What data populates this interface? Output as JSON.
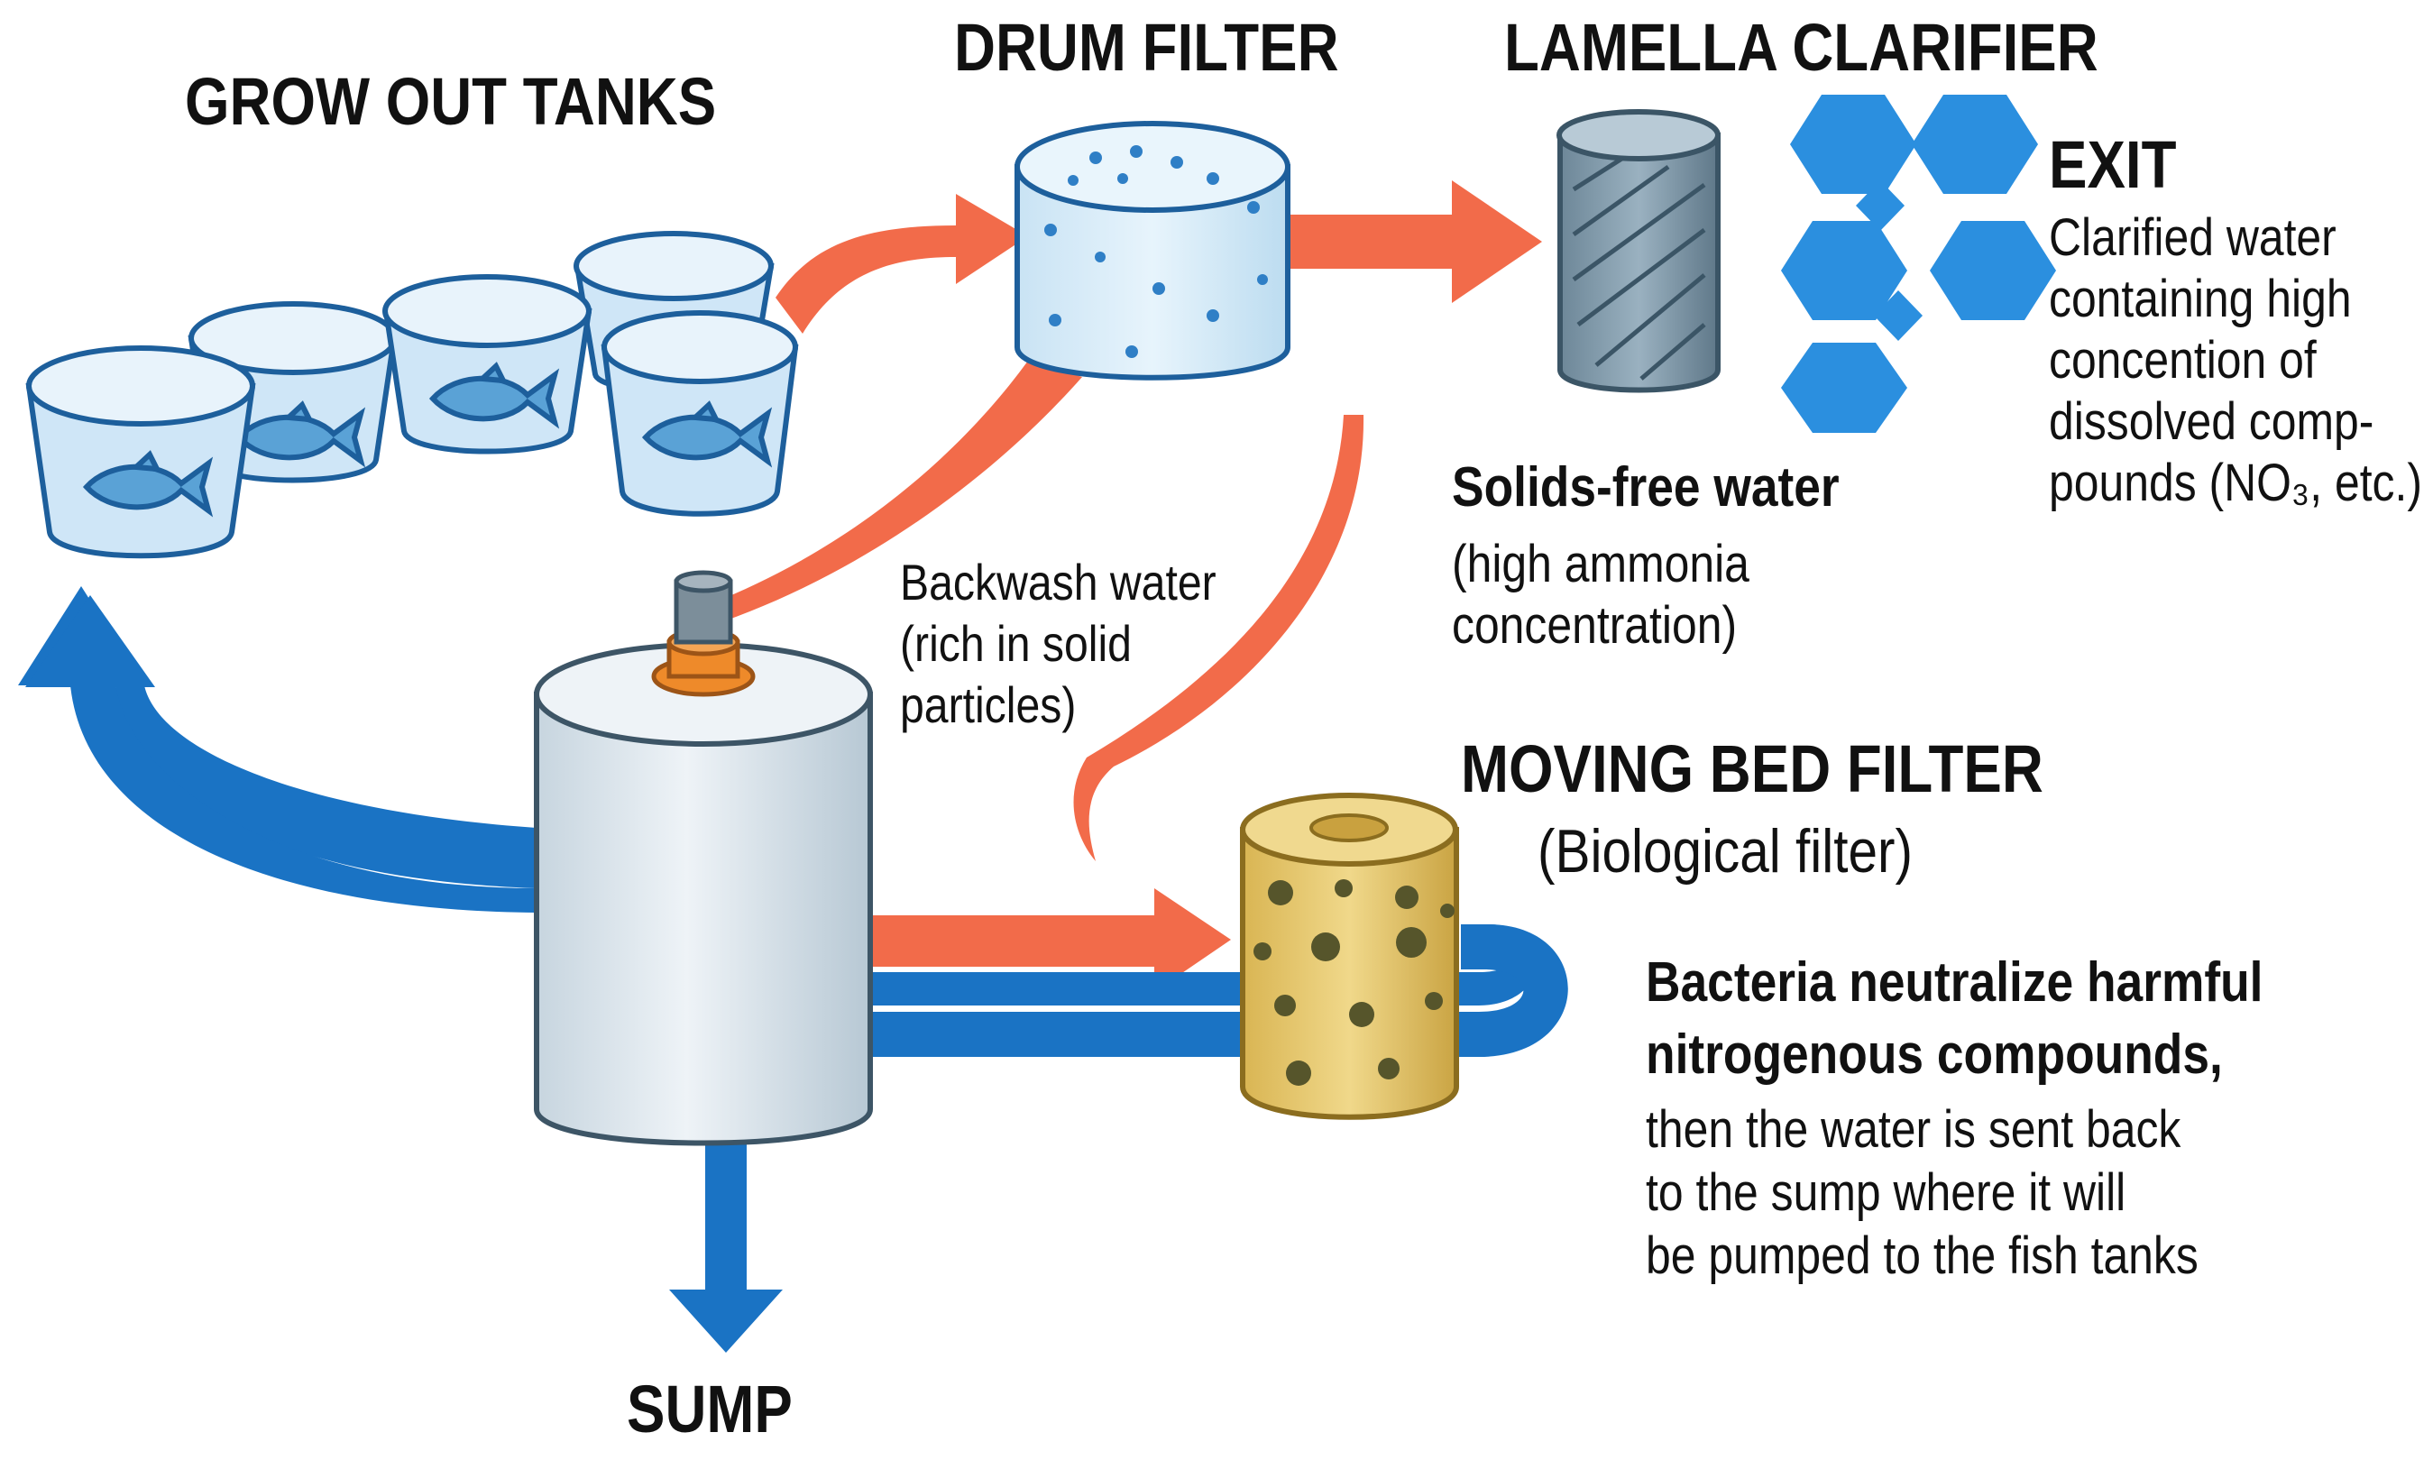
{
  "labels": {
    "grow_out_tanks": "GROW OUT TANKS",
    "drum_filter": "DRUM FILTER",
    "lamella_clarifier": "LAMELLA CLARIFIER",
    "exit_title": "EXIT",
    "exit_desc": [
      "Clarified water",
      "containing high",
      "concention of",
      "dissolved comp-",
      "pounds (NO₃, etc.)"
    ],
    "solids_free_title": "Solids-free water",
    "solids_free_desc": [
      "(high ammonia",
      "concentration)"
    ],
    "backwash_desc": [
      "Backwash water",
      "(rich in solid",
      "particles)"
    ],
    "moving_bed_title": "MOVING BED FILTER",
    "moving_bed_subtitle": "(Biological filter)",
    "bacteria_bold": [
      "Bacteria neutralize harmful",
      "nitrogenous compounds,"
    ],
    "bacteria_desc": [
      "then the water is sent back",
      "to the sump where it will",
      "be pumped to the fish tanks"
    ],
    "sump": "SUMP"
  },
  "colors": {
    "blue_flow": "#1a73c4",
    "orange_flow": "#f26b4a",
    "tank_fill": "#cfe6f7",
    "tank_stroke": "#1d5f9c",
    "fish": "#5aa2d6",
    "drum_fill": "#d8ecf8",
    "clarifier": "#7f98a8",
    "hex": "#2b8fdf",
    "sump_body": "#e3ecf2",
    "sump_cap": "#ee8a2a",
    "biofilter": "#e6c86a"
  },
  "icons": [
    "fish-icon",
    "hexagon-media-icon"
  ]
}
